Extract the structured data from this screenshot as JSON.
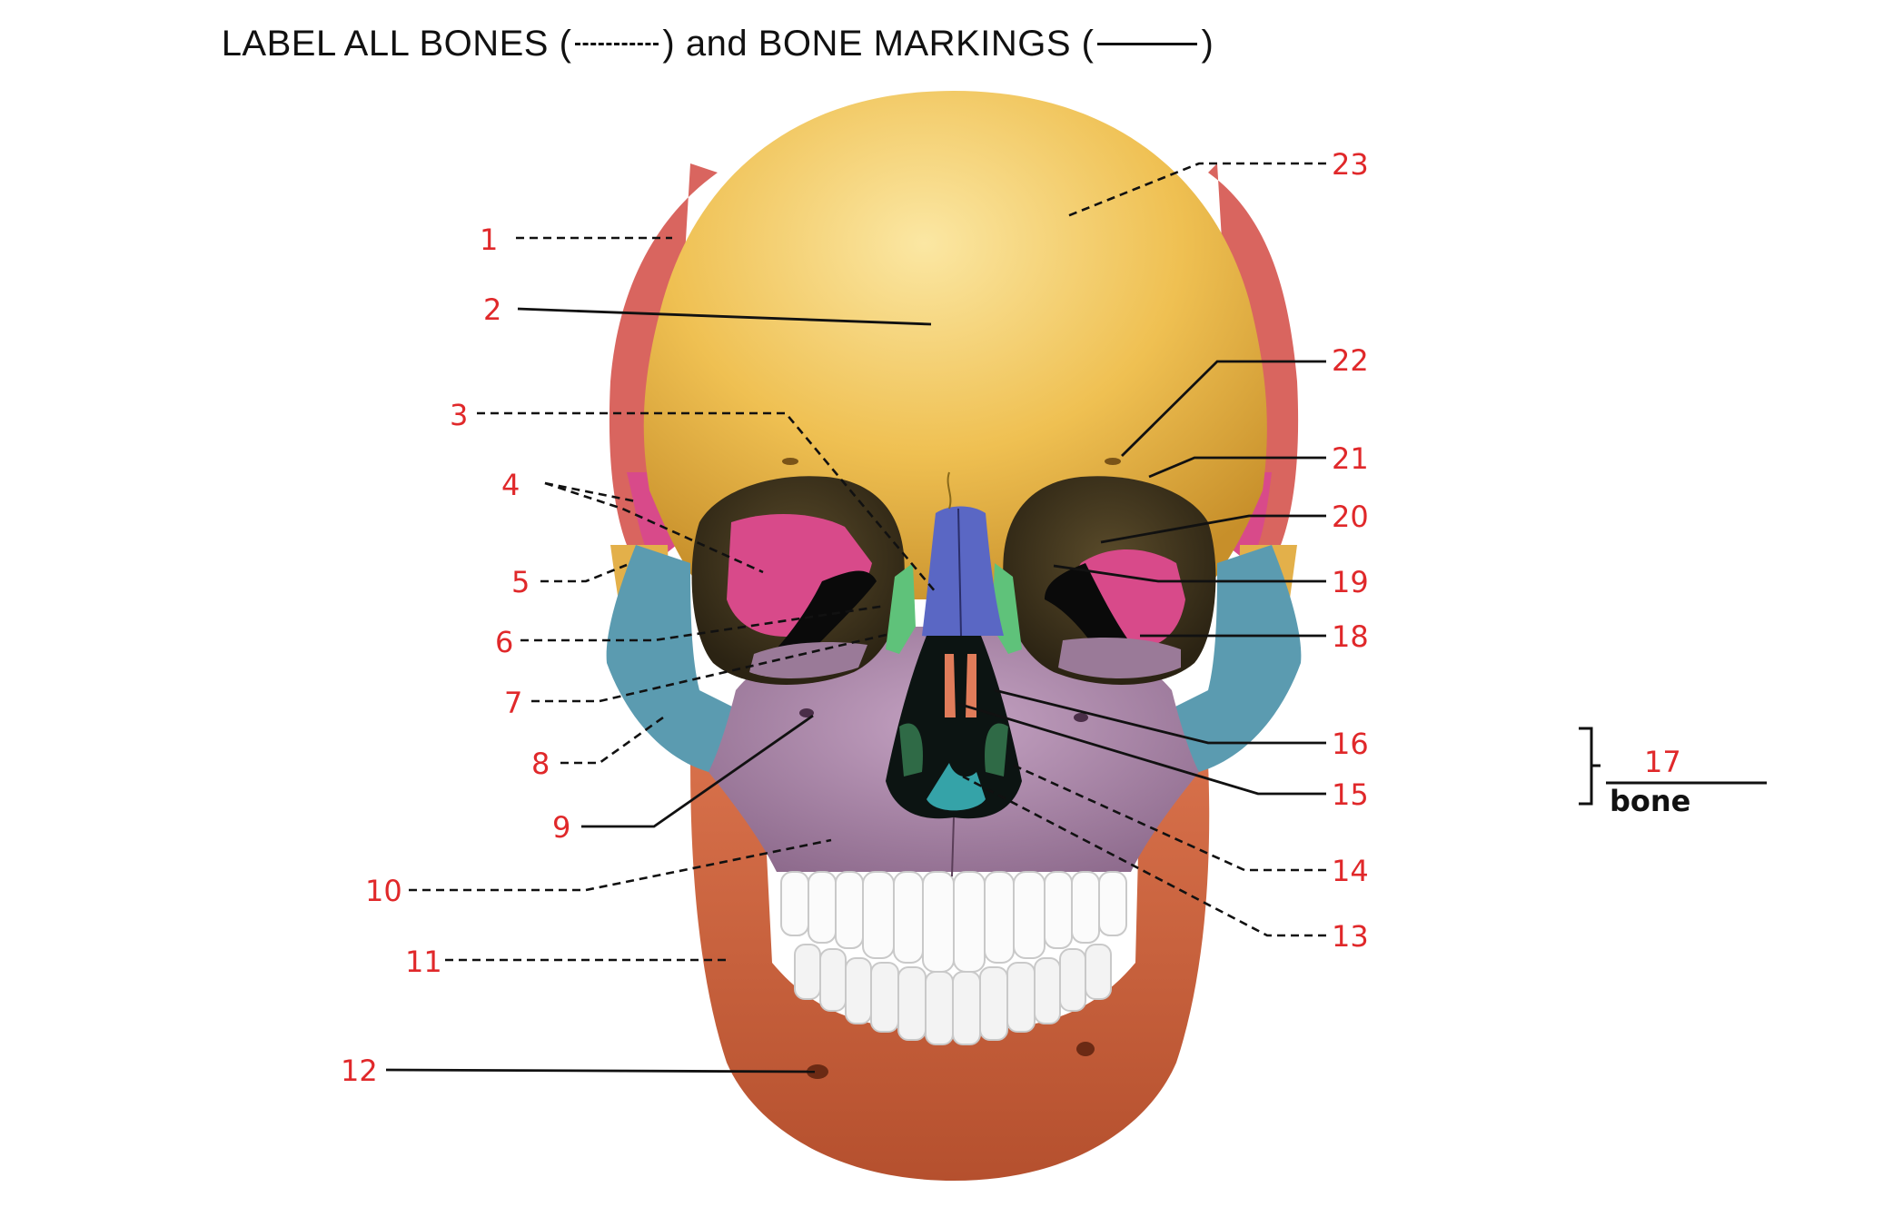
{
  "title": {
    "part1": "LABEL ALL BONES (",
    "part2": ") and BONE MARKINGS (",
    "part3": ")"
  },
  "labels": {
    "l1": "1",
    "l2": "2",
    "l3": "3",
    "l4": "4",
    "l5": "5",
    "l6": "6",
    "l7": "7",
    "l8": "8",
    "l9": "9",
    "l10": "10",
    "l11": "11",
    "l12": "12",
    "l13": "13",
    "l14": "14",
    "l15": "15",
    "l16": "16",
    "l17": "17",
    "l18": "18",
    "l19": "19",
    "l20": "20",
    "l21": "21",
    "l22": "22",
    "l23": "23"
  },
  "bracket_caption": "bone",
  "colors": {
    "frontal": "#efc052",
    "parietal": "#d9655f",
    "sphenoid": "#d84a8a",
    "zygomatic": "#5b9bb0",
    "maxilla": "#a47ea3",
    "nasal": "#5a67c4",
    "lacrimal": "#5fc27a",
    "mandible": "#cc6038",
    "ethmoid": "#3a4b2c",
    "vomer": "#35a3a8",
    "inferior_concha": "#e07c5a",
    "teeth": "#fbfbfb",
    "label_red": "#e0282a"
  }
}
